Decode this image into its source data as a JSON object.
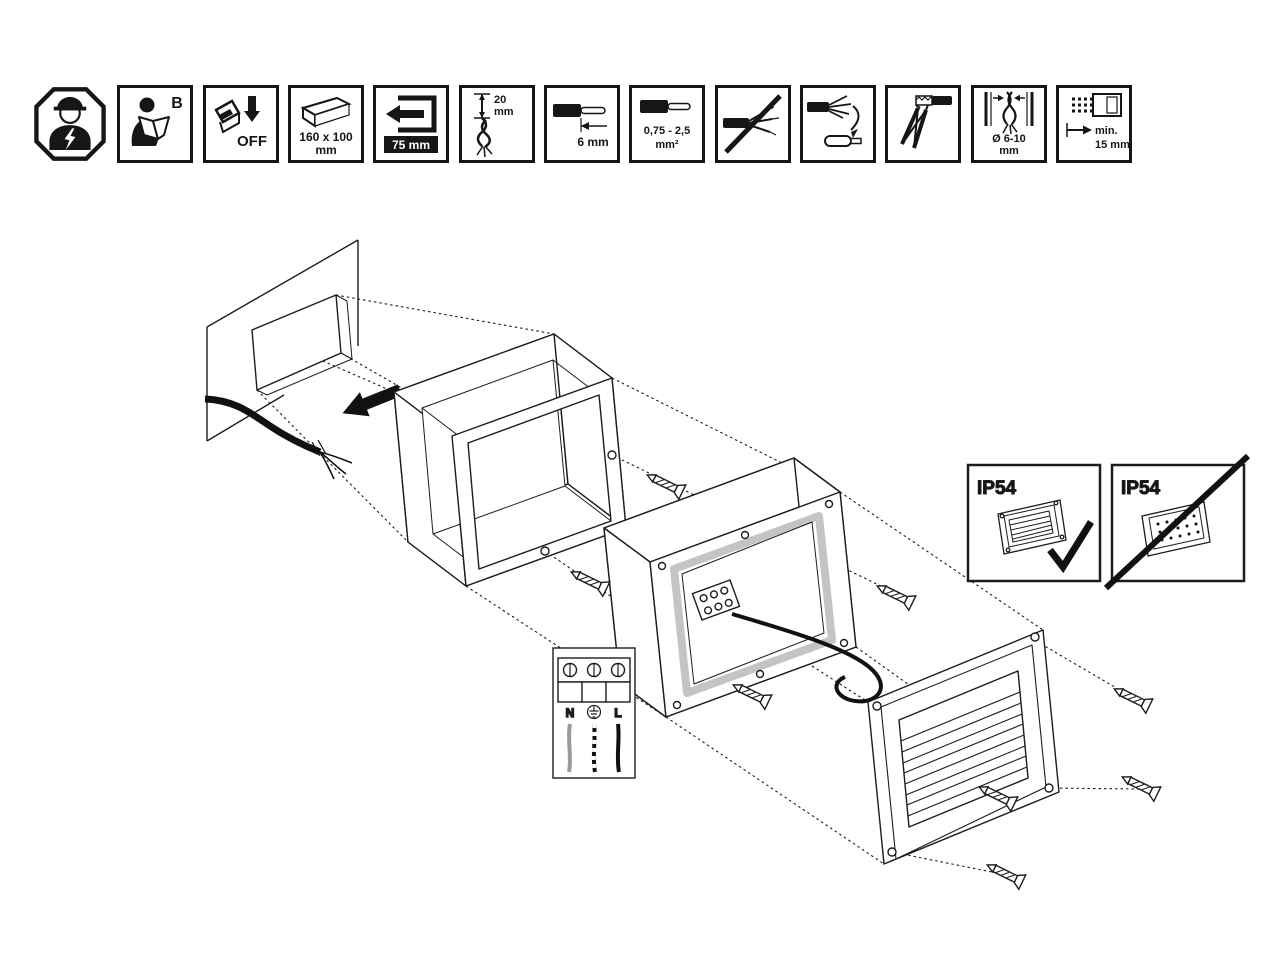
{
  "header_icons": {
    "electrician": {
      "name": "electrician-icon"
    },
    "read_manual": {
      "name": "read-manual-icon",
      "label": "B"
    },
    "power_off": {
      "name": "power-off-icon",
      "label": "OFF"
    },
    "cutout": {
      "name": "wall-cutout-size-icon",
      "line1": "160 x 100",
      "line2": "mm"
    },
    "depth": {
      "name": "recess-depth-icon",
      "label": "75 mm"
    },
    "sheath": {
      "name": "sheath-strip-length-icon",
      "line1": "20",
      "line2": "mm"
    },
    "strip": {
      "name": "wire-strip-length-icon",
      "label": "6 mm"
    },
    "cross_section": {
      "name": "wire-cross-section-icon",
      "line1": "0,75 - 2,5",
      "line2": "mm²"
    },
    "no_cut": {
      "name": "do-not-nick-wires-icon"
    },
    "ferrule": {
      "name": "ferrule-icon"
    },
    "crimp": {
      "name": "crimp-tool-icon"
    },
    "diameter": {
      "name": "cable-diameter-icon",
      "line1": "Ø 6-10",
      "line2": "mm"
    },
    "insert": {
      "name": "insert-depth-icon",
      "line1": "min.",
      "line2": "15 mm"
    }
  },
  "diagram": {
    "ip54_correct_label": "IP54",
    "ip54_wrong_label": "IP54",
    "terminal_n": "N",
    "terminal_l": "L"
  }
}
